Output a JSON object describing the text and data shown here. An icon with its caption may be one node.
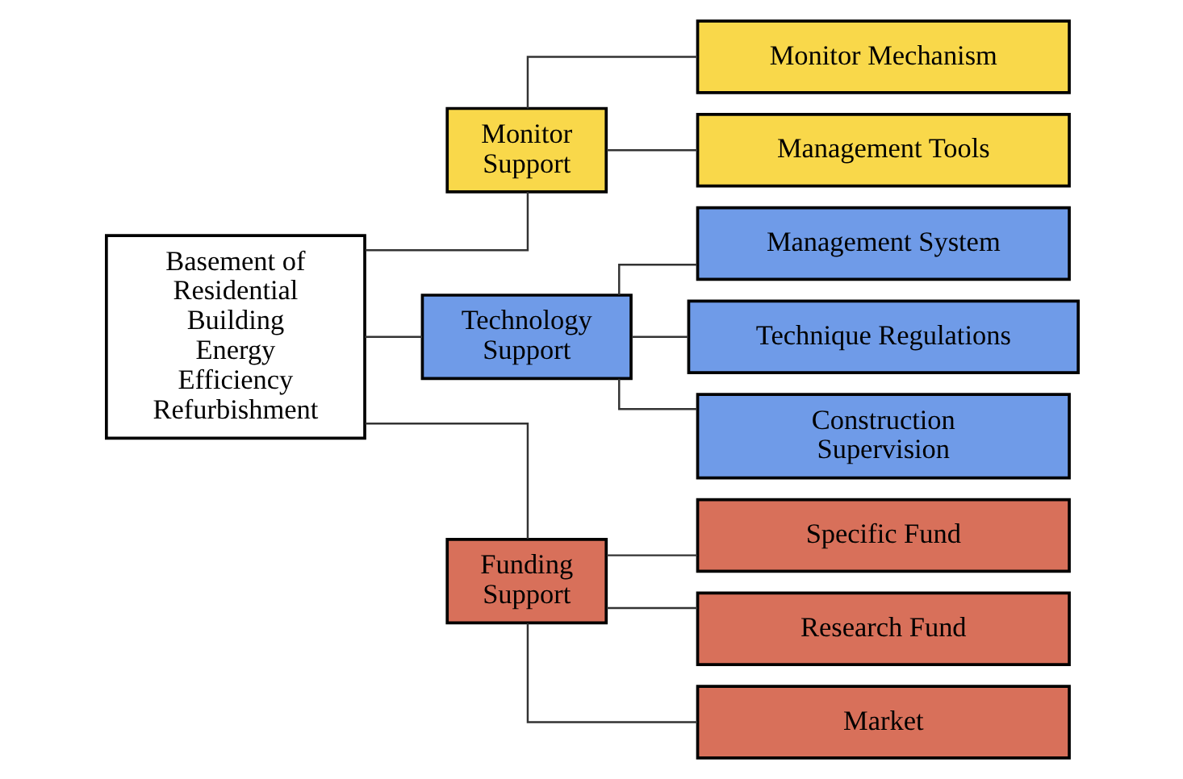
{
  "diagram": {
    "nodes": [
      {
        "text": [
          "Basement of Residential Building Energy Efficiency Refurbishment"
        ]
      },
      {
        "text": [
          "Monitor Support"
        ]
      },
      {
        "text": [
          "Monitor Mechanism"
        ]
      },
      {
        "text": [
          "Management Tools"
        ]
      },
      {
        "text": [
          "Technology Support"
        ]
      },
      {
        "text": [
          "Management System"
        ]
      },
      {
        "text": [
          "Technique Regulations"
        ]
      },
      {
        "text": [
          "Construction Supervision"
        ]
      },
      {
        "text": [
          "Funding Support"
        ]
      },
      {
        "text": [
          "Specific Fund"
        ]
      },
      {
        "text": [
          "Research Fund"
        ]
      },
      {
        "text": [
          "Market"
        ]
      }
    ],
    "edges": [
      {
        "from": 0,
        "to": 1,
        "arrow": "none"
      },
      {
        "from": 0,
        "to": 4,
        "arrow": "none"
      },
      {
        "from": 0,
        "to": 8,
        "arrow": "none"
      },
      {
        "from": 1,
        "to": 2,
        "arrow": "none"
      },
      {
        "from": 1,
        "to": 3,
        "arrow": "none"
      },
      {
        "from": 4,
        "to": 5,
        "arrow": "none"
      },
      {
        "from": 4,
        "to": 6,
        "arrow": "none"
      },
      {
        "from": 4,
        "to": 7,
        "arrow": "none"
      },
      {
        "from": 8,
        "to": 9,
        "arrow": "none"
      },
      {
        "from": 8,
        "to": 10,
        "arrow": "none"
      },
      {
        "from": 8,
        "to": 11,
        "arrow": "none"
      }
    ]
  }
}
